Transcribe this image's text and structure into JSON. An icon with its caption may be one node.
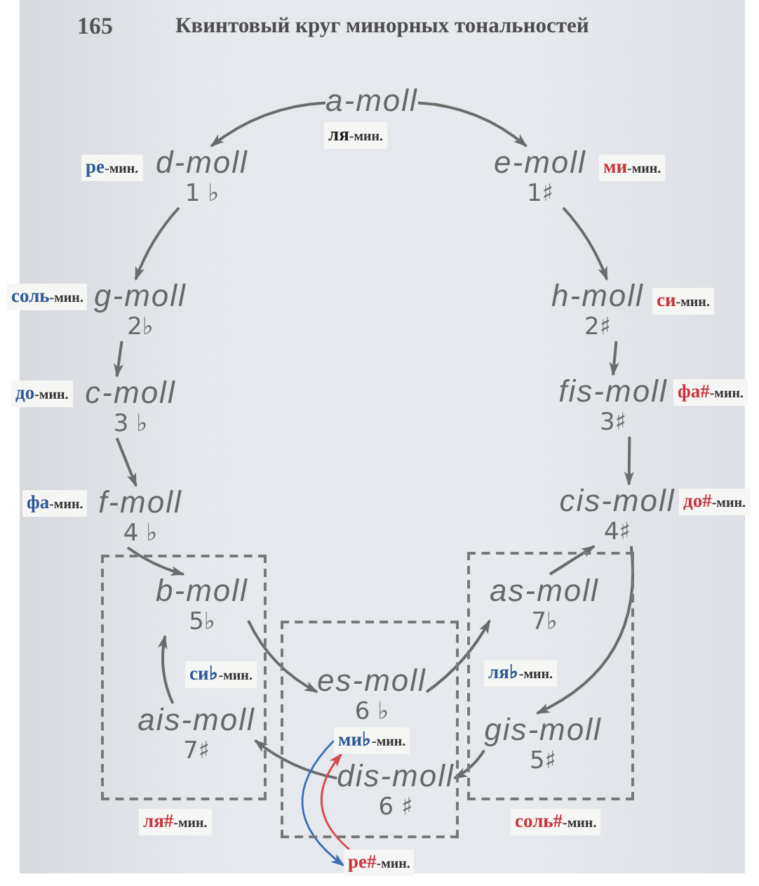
{
  "diagram": {
    "title": "Квинтовый круг минорных тональностей",
    "nodes": [
      {
        "text": [
          "a-moll"
        ],
        "beside": [
          "**ля**-мин."
        ]
      },
      {
        "text": [
          "d-moll",
          "1 ♭"
        ],
        "beside": [
          "**ре**-мин."
        ]
      },
      {
        "text": [
          "e-moll",
          "1♯"
        ],
        "beside": [
          "**ми**-мин."
        ]
      },
      {
        "text": [
          "g-moll",
          "2♭"
        ],
        "beside": [
          "**соль**-мин."
        ]
      },
      {
        "text": [
          "h-moll",
          "2♯"
        ],
        "beside": [
          "**си**-мин."
        ]
      },
      {
        "text": [
          "c-moll",
          "3 ♭"
        ],
        "beside": [
          "**до**-мин."
        ]
      },
      {
        "text": [
          "fis-moll",
          "3♯"
        ],
        "beside": [
          "**фа#**-мин."
        ]
      },
      {
        "text": [
          "f-moll",
          "4 ♭"
        ],
        "beside": [
          "**фа**-мин."
        ]
      },
      {
        "text": [
          "cis-moll",
          "4♯"
        ],
        "beside": [
          "**до#**-мин."
        ]
      },
      {
        "text": [],
        "shape": "box"
      },
      {
        "text": [
          "b-moll",
          "5♭"
        ],
        "in": 9,
        "beside": [
          "**си♭**-мин."
        ]
      },
      {
        "text": [],
        "shape": "box"
      },
      {
        "text": [
          "as-moll",
          "7♭"
        ],
        "in": 11,
        "beside": [
          "**ля♭**-мин."
        ]
      },
      {
        "text": [],
        "shape": "box"
      },
      {
        "text": [
          "es-moll",
          "6 ♭"
        ],
        "in": 13
      },
      {
        "text": [
          "**ми♭**-мин."
        ],
        "in": 13
      },
      {
        "text": [
          "ais-moll",
          "7♯"
        ],
        "in": 9,
        "beside": [
          "**ля#**-мин."
        ]
      },
      {
        "text": [
          "gis-moll",
          "5♯"
        ],
        "in": 11,
        "beside": [
          "**соль#**-мин."
        ]
      },
      {
        "text": [
          "dis-moll",
          "6 ♯"
        ],
        "in": 13
      },
      {
        "text": [
          "**ре#**-мин."
        ]
      }
    ],
    "edges": [
      {
        "from": 0,
        "to": 2,
        "arrow": "to"
      },
      {
        "from": 0,
        "to": 1,
        "arrow": "to"
      },
      {
        "from": 1,
        "to": 3,
        "arrow": "to"
      },
      {
        "from": 2,
        "to": 4,
        "arrow": "to"
      },
      {
        "from": 3,
        "to": 5,
        "arrow": "to"
      },
      {
        "from": 4,
        "to": 6,
        "arrow": "to"
      },
      {
        "from": 5,
        "to": 7,
        "arrow": "to"
      },
      {
        "from": 6,
        "to": 8,
        "arrow": "to"
      },
      {
        "from": 7,
        "to": 10,
        "arrow": "to"
      },
      {
        "from": 12,
        "to": 8,
        "arrow": "to"
      },
      {
        "from": 8,
        "to": 17,
        "arrow": "to"
      },
      {
        "from": 10,
        "to": 14,
        "arrow": "to"
      },
      {
        "from": 14,
        "to": 12,
        "arrow": "to"
      },
      {
        "from": 16,
        "to": 10,
        "arrow": "to"
      },
      {
        "from": 17,
        "to": 18,
        "arrow": "to"
      },
      {
        "from": 18,
        "to": 16,
        "arrow": "to"
      },
      {
        "from": 15,
        "to": 19,
        "arrow": "to",
        "color": "#3d6db5"
      },
      {
        "from": 19,
        "to": 15,
        "arrow": "to",
        "color": "#d9474f"
      }
    ],
    "labels": [
      "165"
    ]
  }
}
